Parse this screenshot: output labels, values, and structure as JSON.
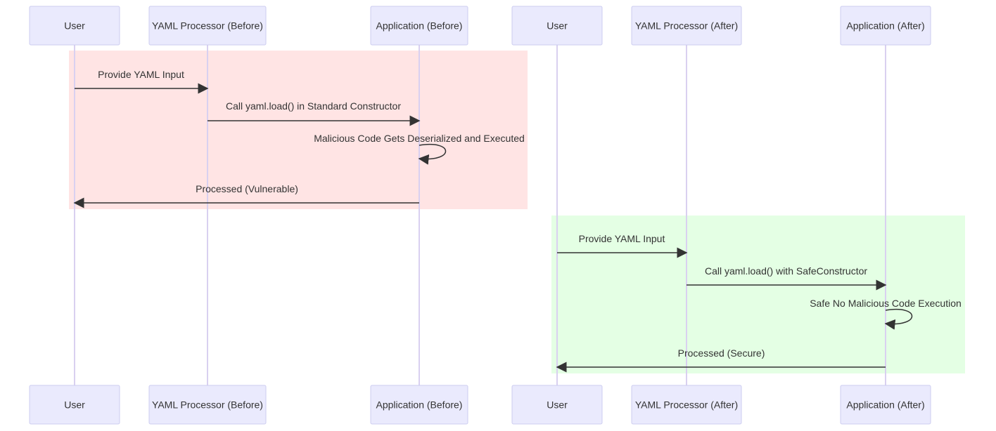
{
  "diagram": {
    "type": "sequence",
    "actors": [
      {
        "id": "user_before",
        "label": "User"
      },
      {
        "id": "yaml_before",
        "label": "YAML Processor (Before)"
      },
      {
        "id": "app_before",
        "label": "Application (Before)"
      },
      {
        "id": "user_after",
        "label": "User"
      },
      {
        "id": "yaml_after",
        "label": "YAML Processor (After)"
      },
      {
        "id": "app_after",
        "label": "Application (After)"
      }
    ],
    "groups": [
      {
        "id": "before",
        "color": "#ffe4e4",
        "messages": [
          {
            "from": "user_before",
            "to": "yaml_before",
            "label": "Provide YAML Input"
          },
          {
            "from": "yaml_before",
            "to": "app_before",
            "label": "Call yaml.load() in Standard Constructor"
          },
          {
            "from": "app_before",
            "to": "app_before",
            "label": "Malicious Code Gets Deserialized and Executed"
          },
          {
            "from": "app_before",
            "to": "user_before",
            "label": "Processed (Vulnerable)"
          }
        ]
      },
      {
        "id": "after",
        "color": "#e4ffe4",
        "messages": [
          {
            "from": "user_after",
            "to": "yaml_after",
            "label": "Provide YAML Input"
          },
          {
            "from": "yaml_after",
            "to": "app_after",
            "label": "Call yaml.load() with SafeConstructor"
          },
          {
            "from": "app_after",
            "to": "app_after",
            "label": "Safe No Malicious Code Execution"
          },
          {
            "from": "app_after",
            "to": "user_after",
            "label": "Processed (Secure)"
          }
        ]
      }
    ],
    "colors": {
      "actor_fill": "#eaeafd",
      "actor_stroke": "#ccccf0",
      "lifeline": "#d9d0f0",
      "arrow": "#333333",
      "text": "#333333"
    }
  }
}
